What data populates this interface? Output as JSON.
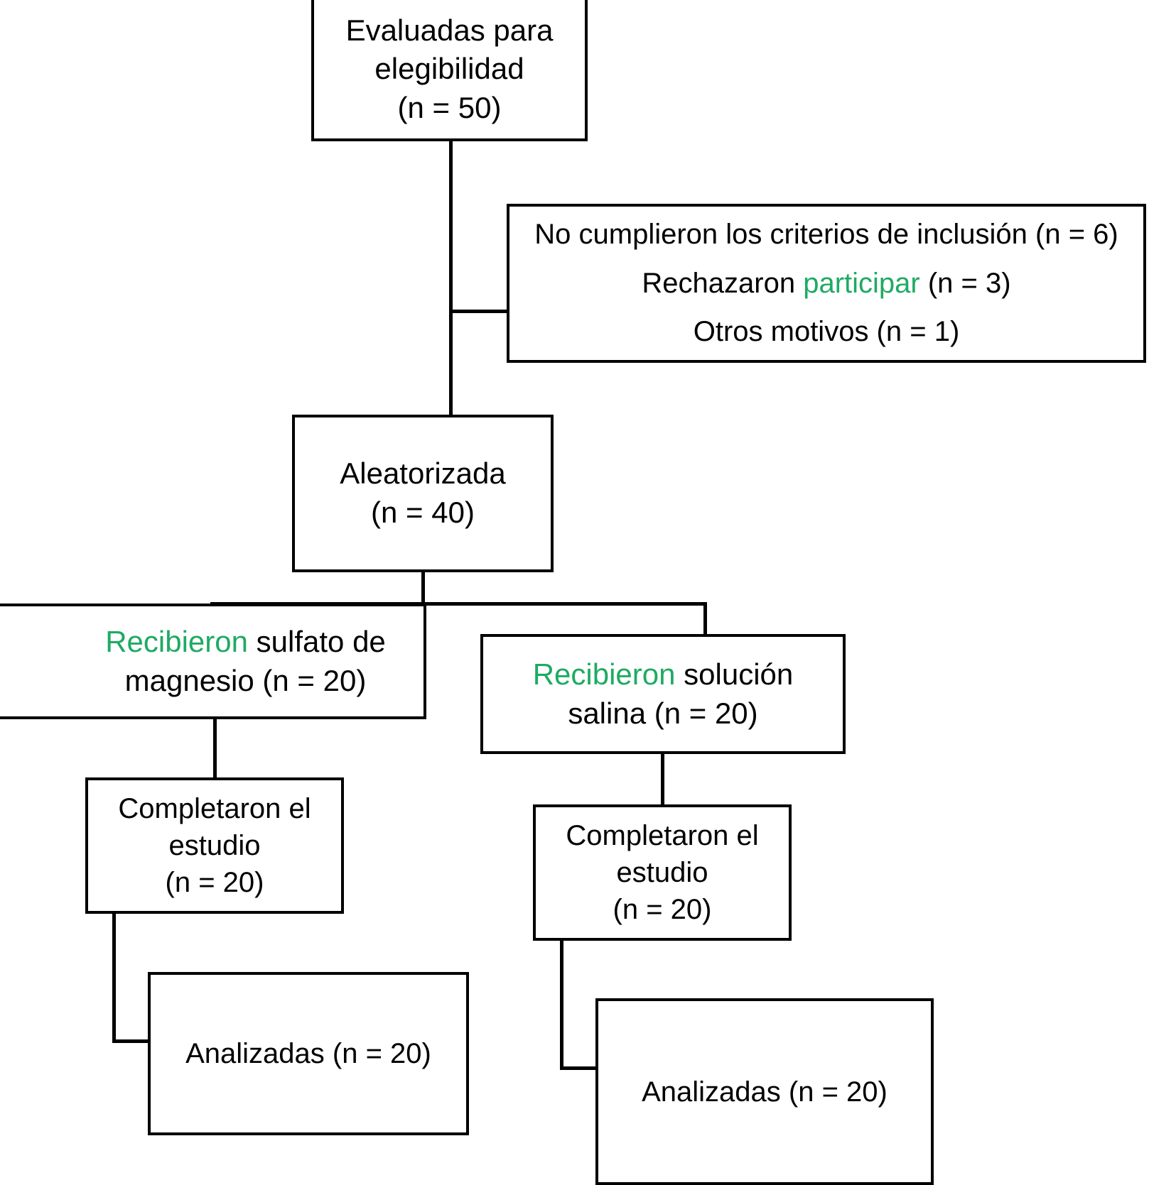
{
  "diagram": {
    "type": "consort-flow-diagram",
    "language": "es",
    "accent_green": "#1faa63",
    "line_color": "#000000",
    "background": "#ffffff"
  },
  "nodes": {
    "screened": {
      "name": "screened-for-eligibility",
      "line1": "Evaluadas para",
      "line2": "elegibilidad",
      "line3": "(n = 50)",
      "n": 50
    },
    "excluded": {
      "name": "excluded",
      "reason1": "No cumplieron los criterios de inclusión (n = 6)",
      "reason2_prefix": "Rechazaron ",
      "reason2_green": "participar",
      "reason2_suffix": " (n = 3)",
      "reason3": "Otros motivos (n = 1)",
      "n_not_meeting_criteria": 6,
      "n_declined": 3,
      "n_other": 1
    },
    "randomized": {
      "name": "randomized",
      "line1": "Aleatorizada",
      "line2": "(n = 40)",
      "n": 40
    },
    "treatment_left": {
      "name": "received-magnesium-sulfate",
      "green_word": "Recibieron",
      "rest_line1": " sulfato de",
      "line2": "magnesio (n = 20)",
      "n": 20
    },
    "treatment_right": {
      "name": "received-saline-solution",
      "green_word": "Recibieron",
      "rest_line1": " solución",
      "line2": "salina (n = 20)",
      "n": 20
    },
    "completed_left": {
      "name": "completed-study-left",
      "line1": "Completaron el",
      "line2": "estudio",
      "line3": "(n = 20)",
      "n": 20
    },
    "completed_right": {
      "name": "completed-study-right",
      "line1": "Completaron el",
      "line2": "estudio",
      "line3": "(n = 20)",
      "n": 20
    },
    "analyzed_left": {
      "name": "analyzed-left",
      "text": "Analizadas (n = 20)",
      "n": 20
    },
    "analyzed_right": {
      "name": "analyzed-right",
      "text": "Analizadas (n = 20)",
      "n": 20
    }
  }
}
